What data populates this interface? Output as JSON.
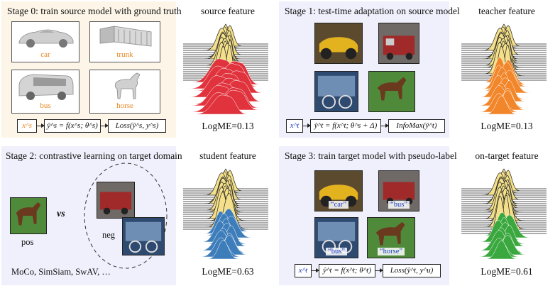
{
  "stage0": {
    "title": "Stage 0: train source model with ground truth",
    "objects": [
      {
        "label": "car",
        "icon": "car-render-icon"
      },
      {
        "label": "trunk",
        "icon": "truck-render-icon"
      },
      {
        "label": "bus",
        "icon": "bus-render-icon"
      },
      {
        "label": "horse",
        "icon": "horse-render-icon"
      }
    ],
    "pipeline": [
      "x^s",
      "ŷ^s = f(x^s; θ^s)",
      "Loss(ŷ^s, y^s)"
    ]
  },
  "stage1": {
    "title": "Stage 1: test-time adaptation on source model",
    "pipeline": [
      "x^t",
      "ŷ^t = f(x^t; θ^s + Δ)",
      "InfoMax(ŷ^t)"
    ]
  },
  "stage2": {
    "title": "Stage 2: contrastive learning on target domain",
    "pos_label": "pos",
    "vs_label": "vs",
    "neg_label": "neg",
    "methods": "MoCo, SimSiam, SwAV, …"
  },
  "stage3": {
    "title": "Stage 3: train target model with pseudo-label",
    "pseudo_labels": [
      "“car”",
      "“bus”",
      "“bus”",
      "“horse”"
    ],
    "pipeline": [
      "x^t",
      "ŷ^t = f(x^t; θ^t)",
      "Loss(ŷ^t, y^u)"
    ]
  },
  "features": [
    {
      "title": "source feature",
      "logme": "LogME=0.13",
      "color": "#e0333d"
    },
    {
      "title": "teacher feature",
      "logme": "LogME=0.13",
      "color": "#f2862a"
    },
    {
      "title": "student feature",
      "logme": "LogME=0.63",
      "color": "#3d7dba"
    },
    {
      "title": "on-target feature",
      "logme": "LogME=0.61",
      "color": "#3aa83e"
    }
  ],
  "colors": {
    "stage0_bg": "#fcf5e8",
    "stage_bg": "#eff0fb",
    "source_label": "#e8861f",
    "target_label": "#1e3fc4",
    "ridge_top": "#f4e08a"
  }
}
